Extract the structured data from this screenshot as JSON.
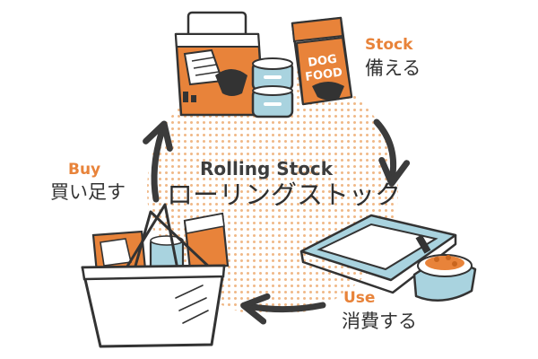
{
  "title": {
    "english": "Rolling Stock",
    "japanese": "ローリングストック"
  },
  "steps": [
    {
      "id": "stock",
      "english": "Stock",
      "japanese": "備える"
    },
    {
      "id": "use",
      "english": "Use",
      "japanese": "消費する"
    },
    {
      "id": "buy",
      "english": "Buy",
      "japanese": "買い足す"
    }
  ],
  "product_labels": {
    "dog_food_line1": "DOG",
    "dog_food_line2": "FOOD"
  },
  "colors": {
    "accent_orange": "#e8833a",
    "dot_orange": "#f0b887",
    "ink": "#333333",
    "tray_blue": "#a9d3df",
    "cream": "#fbeee2"
  },
  "icons": [
    "pet-sheet-pack-icon",
    "dog-food-bag-icon",
    "pet-can-icon",
    "pet-tray-icon",
    "food-bowl-icon",
    "shopping-basket-icon",
    "cycle-arrow-icon"
  ]
}
